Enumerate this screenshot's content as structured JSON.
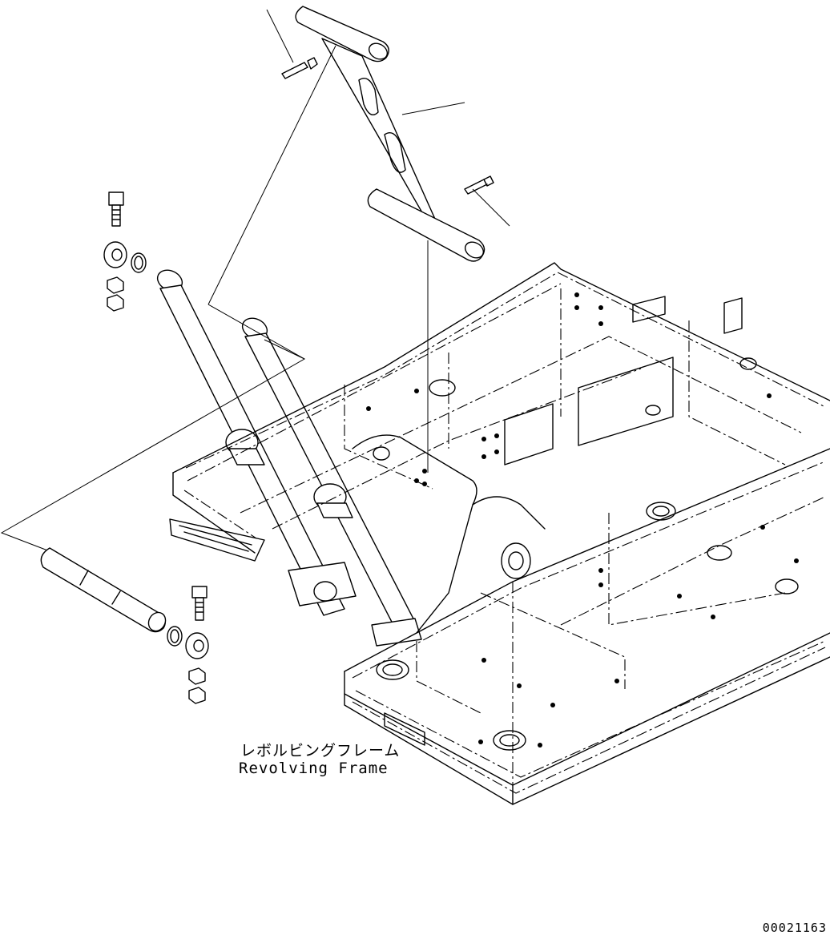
{
  "part_label": {
    "japanese": "レボルビングフレーム",
    "english": "Revolving Frame"
  },
  "drawing_number": "00021163"
}
